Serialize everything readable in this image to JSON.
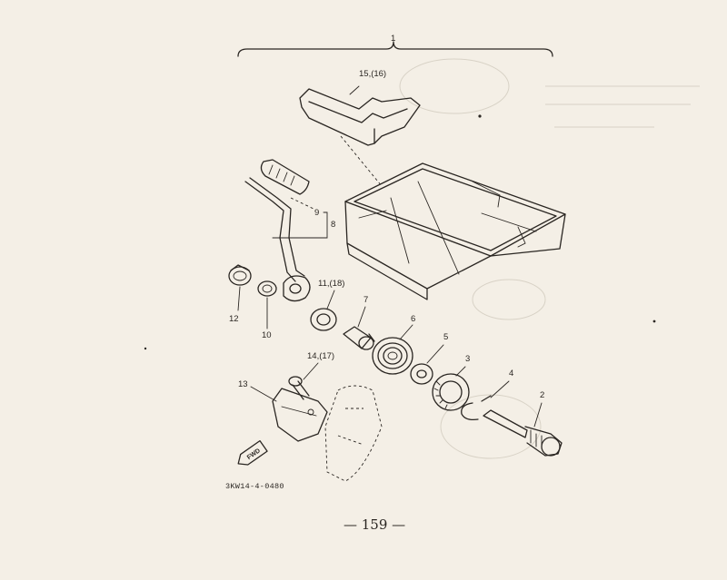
{
  "labels": {
    "assembly": "1",
    "battery_cover": "15,(16)",
    "grip": "9",
    "kick_set": "8",
    "circlip_top": "11,(18)",
    "collar": "7",
    "spring": "6",
    "washer": "5",
    "ratchet": "3",
    "clip": "4",
    "shaft": "2",
    "cover_screw": "14,(17)",
    "guard": "13",
    "cap": "12",
    "bushing": "10"
  },
  "diagram_code": "3KW14-4-0480",
  "fwd_label": "FWD",
  "page_number": "— 159 —"
}
